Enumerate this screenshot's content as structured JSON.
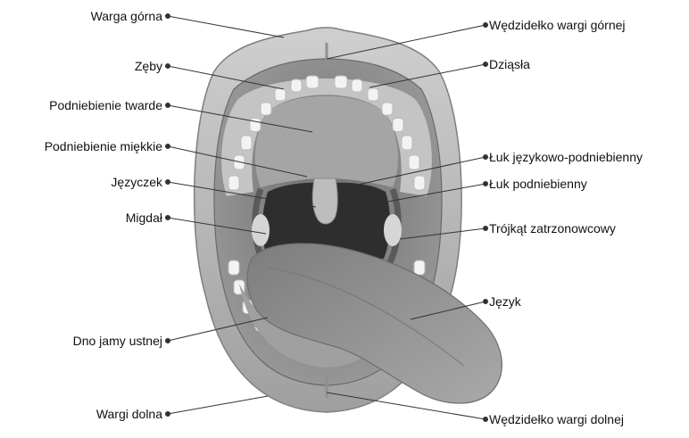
{
  "diagram": {
    "labels_left": [
      {
        "id": "warga-gorna",
        "text": "Warga górna"
      },
      {
        "id": "zeby",
        "text": "Zęby"
      },
      {
        "id": "podniebienie-twarde",
        "text": "Podniebienie twarde"
      },
      {
        "id": "podniebienie-miekkie",
        "text": "Podniebienie miękkie"
      },
      {
        "id": "jezyczek",
        "text": "Języczek"
      },
      {
        "id": "migdal",
        "text": "Migdał"
      },
      {
        "id": "dno-jamy-ustnej",
        "text": "Dno jamy ustnej"
      },
      {
        "id": "wargi-dolna",
        "text": "Wargi dolna"
      }
    ],
    "labels_right": [
      {
        "id": "wedzidelko-wargi-gornej",
        "text": "Wędzidełko wargi górnej"
      },
      {
        "id": "dziasla",
        "text": "Dziąsła"
      },
      {
        "id": "luk-jezykowo-podniebienny",
        "text": "Łuk językowo-podniebienny"
      },
      {
        "id": "luk-podniebienny",
        "text": "Łuk podniebienny"
      },
      {
        "id": "trojkat-zatrzonowcowy",
        "text": "Trójkąt zatrzonowcowy"
      },
      {
        "id": "jezyk",
        "text": "Język"
      },
      {
        "id": "wedzidelko-wargi-dolnej",
        "text": "Wędzidełko wargi dolnej"
      }
    ],
    "colors": {
      "lip": "#b9b9b9",
      "lip_dark": "#8f8f8f",
      "cavity": "#7a7a7a",
      "throat": "#2f2f2f",
      "palate": "#a8a8a8",
      "tongue": "#8c8c8c",
      "teeth": "#f4f4f4",
      "line": "#333333"
    }
  }
}
